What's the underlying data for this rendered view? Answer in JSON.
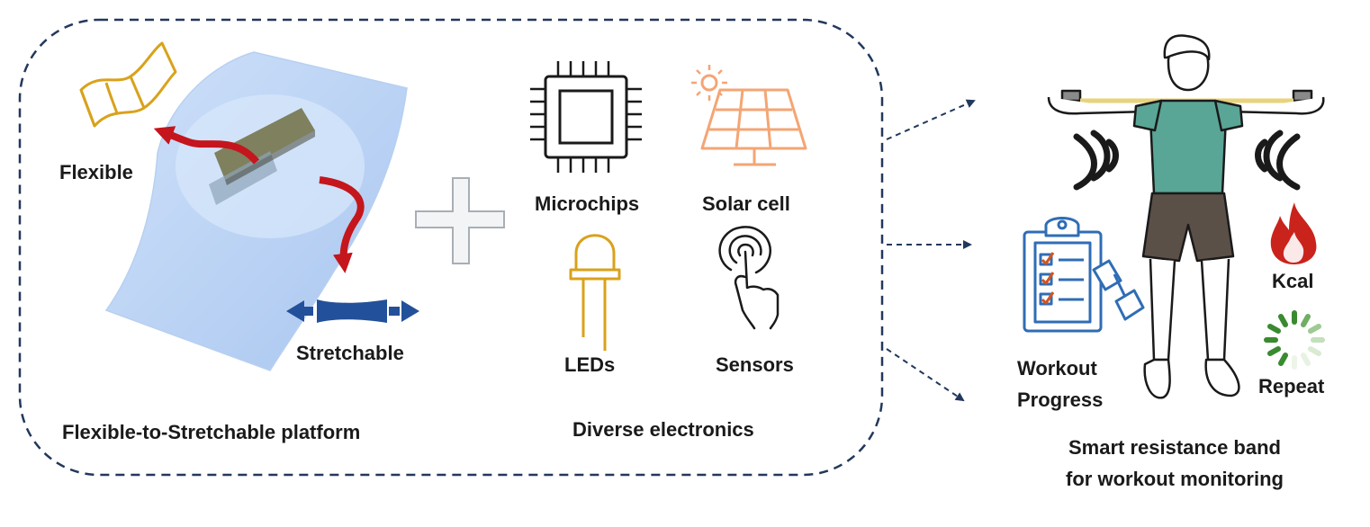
{
  "labels": {
    "flexible": "Flexible",
    "stretchable": "Stretchable",
    "platform": "Flexible-to-Stretchable platform",
    "microchips": "Microchips",
    "solar_cell": "Solar cell",
    "leds": "LEDs",
    "sensors": "Sensors",
    "diverse": "Diverse electronics",
    "kcal": "Kcal",
    "repeat": "Repeat",
    "workout": "Workout",
    "progress": "Progress",
    "band_line1": "Smart resistance band",
    "band_line2": "for workout monitoring"
  },
  "icons": {
    "bent_film": "bent-film-icon",
    "stretch": "stretch-arrows-icon",
    "plus": "plus-icon",
    "microchip": "microchip-icon",
    "solar": "solar-panel-icon",
    "led": "led-icon",
    "touch_sensor": "touch-sensor-icon",
    "person": "person-with-band-icon",
    "clipboard": "clipboard-dumbbell-icon",
    "flame": "flame-icon",
    "spinner": "loading-spinner-icon",
    "signal": "wireless-signal-icon"
  },
  "colors": {
    "dashed_border": "#22385c",
    "arrow_red": "#c4161c",
    "stretch_blue": "#23509a",
    "chip_black": "#1a1a1a",
    "solar_orange": "#f4a574",
    "led_gold": "#d9a21b",
    "bent_film_gold": "#d9a21b",
    "film_blue": "#b9d3f5",
    "shirt_teal": "#5aa696",
    "shorts_gray": "#5b5048",
    "band_yellow": "#e8d37a",
    "clipboard_blue": "#2f6db5",
    "flame_red": "#c9231b",
    "spinner_green": "#3a8a30"
  }
}
